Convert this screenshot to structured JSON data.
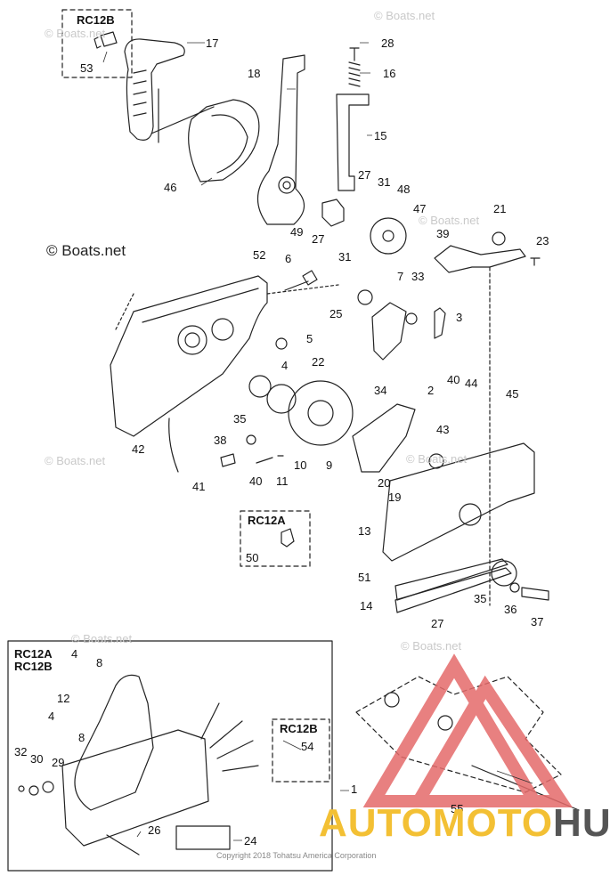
{
  "diagram": {
    "watermark_main": "© Boats.net",
    "watermark_faint": "© Boats.net",
    "copyright": "Copyright 2018 Tohatsu America Corporation",
    "brand_part1": "AUTOMOTO",
    "brand_part2": "HUB",
    "boxes": {
      "rc12b_top": "RC12B",
      "rc12a_mid": "RC12A",
      "rc12a_inset": "RC12A",
      "rc12b_inset": "RC12B",
      "rc12b_sub": "RC12B"
    },
    "callouts": [
      "53",
      "17",
      "28",
      "16",
      "18",
      "15",
      "46",
      "27",
      "31",
      "48",
      "47",
      "49",
      "27",
      "31",
      "21",
      "39",
      "23",
      "52",
      "6",
      "7",
      "33",
      "25",
      "5",
      "3",
      "4",
      "22",
      "34",
      "2",
      "40",
      "44",
      "45",
      "43",
      "35",
      "38",
      "42",
      "41",
      "40",
      "11",
      "10",
      "9",
      "20",
      "19",
      "13",
      "51",
      "35",
      "36",
      "37",
      "14",
      "27",
      "50",
      "4",
      "8",
      "12",
      "4",
      "8",
      "32",
      "30",
      "29",
      "54",
      "1",
      "55",
      "26",
      "24"
    ]
  }
}
